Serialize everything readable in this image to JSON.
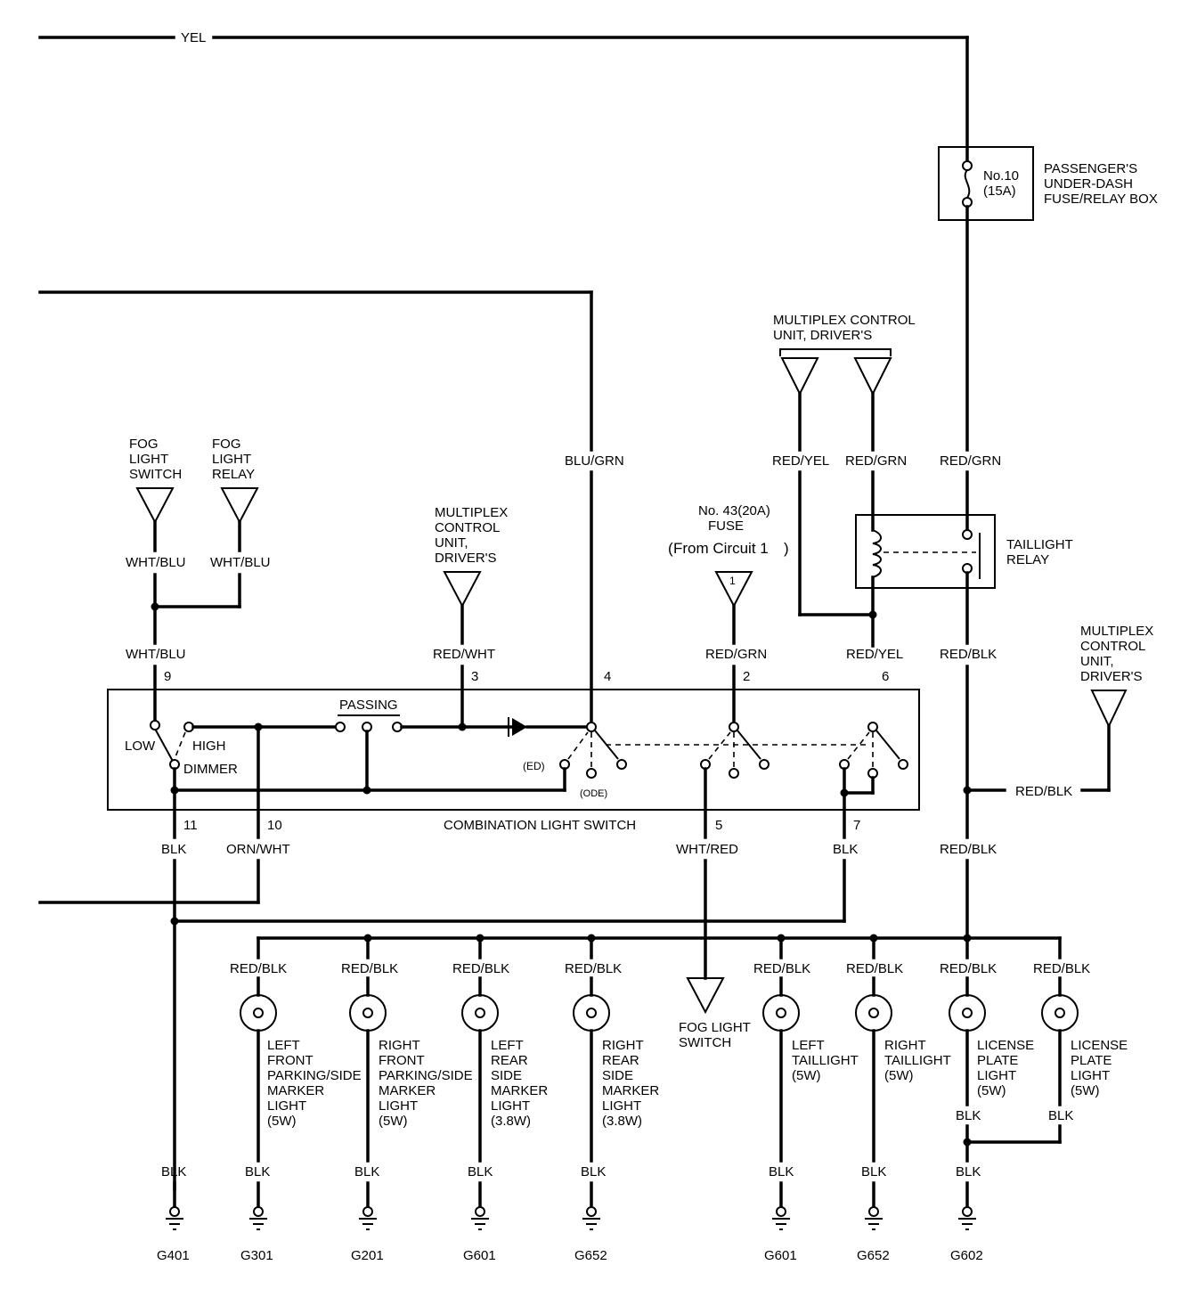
{
  "wires": {
    "yel": "YEL",
    "red_grn": "RED/GRN",
    "red_yel": "RED/YEL",
    "red_blk": "RED/BLK",
    "blu_grn": "BLU/GRN",
    "red_wht": "RED/WHT",
    "wht_blu": "WHT/BLU",
    "blk": "BLK",
    "orn_wht": "ORN/WHT",
    "wht_red": "WHT/RED"
  },
  "components": {
    "fuse_box": {
      "fuse_num": "No.10",
      "fuse_amp": "(15A)",
      "line1": "PASSENGER'S",
      "line2": "UNDER-DASH",
      "line3": "FUSE/RELAY BOX"
    },
    "mcu_top": {
      "line1": "MULTIPLEX CONTROL",
      "line2": "UNIT, DRIVER'S"
    },
    "mcu_right": {
      "line1": "MULTIPLEX",
      "line2": "CONTROL",
      "line3": "UNIT,",
      "line4": "DRIVER'S"
    },
    "mcu_mid": {
      "line1": "MULTIPLEX",
      "line2": "CONTROL",
      "line3": "UNIT,",
      "line4": "DRIVER'S"
    },
    "taillight_relay": {
      "line1": "TAILLIGHT",
      "line2": "RELAY"
    },
    "fuse43": {
      "line1": "No. 43(20A)",
      "line2": "FUSE",
      "from": "From Circuit 1",
      "ref": "1"
    },
    "fog_switch": {
      "line1": "FOG",
      "line2": "LIGHT",
      "line3": "SWITCH"
    },
    "fog_relay": {
      "line1": "FOG",
      "line2": "LIGHT",
      "line3": "RELAY"
    },
    "fog_switch_bottom": {
      "line1": "FOG LIGHT",
      "line2": "SWITCH"
    },
    "combination_switch": {
      "title": "COMBINATION LIGHT SWITCH",
      "passing": "PASSING",
      "low": "LOW",
      "high": "HIGH",
      "dimmer": "DIMMER",
      "pos_a": "(ED)",
      "pos_b": "(ODE)"
    }
  },
  "pins": {
    "p9": "9",
    "p3": "3",
    "p4": "4",
    "p2": "2",
    "p6": "6",
    "p11": "11",
    "p10": "10",
    "p5": "5",
    "p7": "7"
  },
  "lamps": [
    {
      "l1": "LEFT",
      "l2": "FRONT",
      "l3": "PARKING/SIDE",
      "l4": "MARKER",
      "l5": "LIGHT",
      "l6": "(5W)",
      "ground": "G301"
    },
    {
      "l1": "RIGHT",
      "l2": "FRONT",
      "l3": "PARKING/SIDE",
      "l4": "MARKER",
      "l5": "LIGHT",
      "l6": "(5W)",
      "ground": "G201"
    },
    {
      "l1": "LEFT",
      "l2": "REAR",
      "l3": "SIDE",
      "l4": "MARKER",
      "l5": "LIGHT",
      "l6": "(3.8W)",
      "ground": "G601"
    },
    {
      "l1": "RIGHT",
      "l2": "REAR",
      "l3": "SIDE",
      "l4": "MARKER",
      "l5": "LIGHT",
      "l6": "(3.8W)",
      "ground": "G652"
    },
    {
      "l1": "LEFT",
      "l2": "TAILLIGHT",
      "l3": "(5W)",
      "ground": "G601"
    },
    {
      "l1": "RIGHT",
      "l2": "TAILLIGHT",
      "l3": "(5W)",
      "ground": "G652"
    },
    {
      "l1": "LICENSE",
      "l2": "PLATE",
      "l3": "LIGHT",
      "l4": "(5W)",
      "ground": "G602"
    },
    {
      "l1": "LICENSE",
      "l2": "PLATE",
      "l3": "LIGHT",
      "l4": "(5W)"
    }
  ],
  "grounds": {
    "g401": "G401"
  }
}
